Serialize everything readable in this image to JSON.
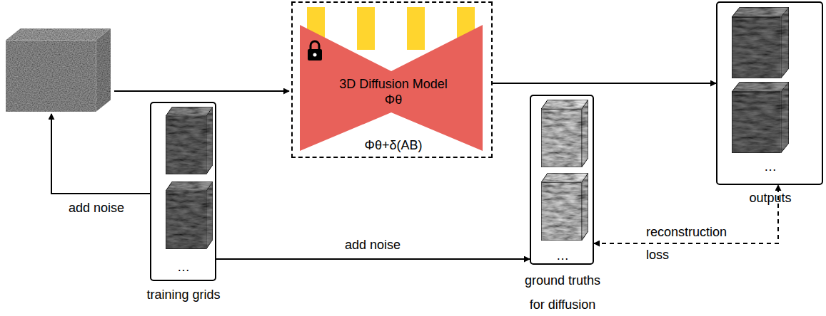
{
  "diagram": {
    "nodes": [
      {
        "text": [
          "3D Diffusion Model",
          "Φθ",
          "Φθ+δ(AB)"
        ]
      },
      {
        "text": [
          "…",
          "training grids"
        ]
      },
      {
        "text": [
          "…",
          "ground truths for diffusion"
        ]
      },
      {
        "text": [
          "…",
          "outputs"
        ]
      }
    ],
    "edges": [
      {
        "from": 0,
        "to": 3,
        "arrow": "to"
      },
      {
        "from": 1,
        "to": 2,
        "arrow": "to",
        "label": "add noise"
      },
      {
        "from": 2,
        "to": 3,
        "arrow": "both",
        "label": "reconstruction loss"
      }
    ],
    "labels": [
      "add noise"
    ]
  }
}
